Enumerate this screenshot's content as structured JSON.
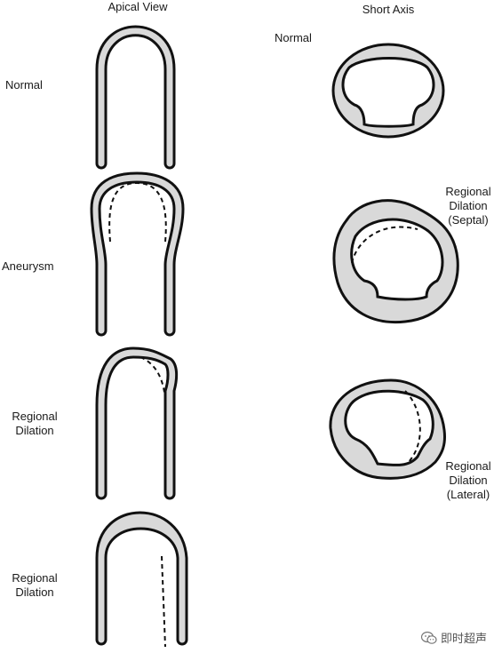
{
  "headers": {
    "apical": "Apical View",
    "short_axis": "Short Axis"
  },
  "apical_rows": [
    {
      "label": "Normal"
    },
    {
      "label": "Aneurysm"
    },
    {
      "label": "Regional\nDilation"
    },
    {
      "label": "Regional\nDilation"
    }
  ],
  "short_axis_rows": [
    {
      "label": "Normal"
    },
    {
      "label": "Regional\nDilation\n(Septal)"
    },
    {
      "label": "Regional\nDilation\n(Lateral)"
    }
  ],
  "watermark": {
    "text": "即时超声",
    "icon": "wechat-logo-icon"
  },
  "colors": {
    "wall_fill": "#d9d9d9",
    "stroke": "#111111",
    "background": "#ffffff"
  }
}
